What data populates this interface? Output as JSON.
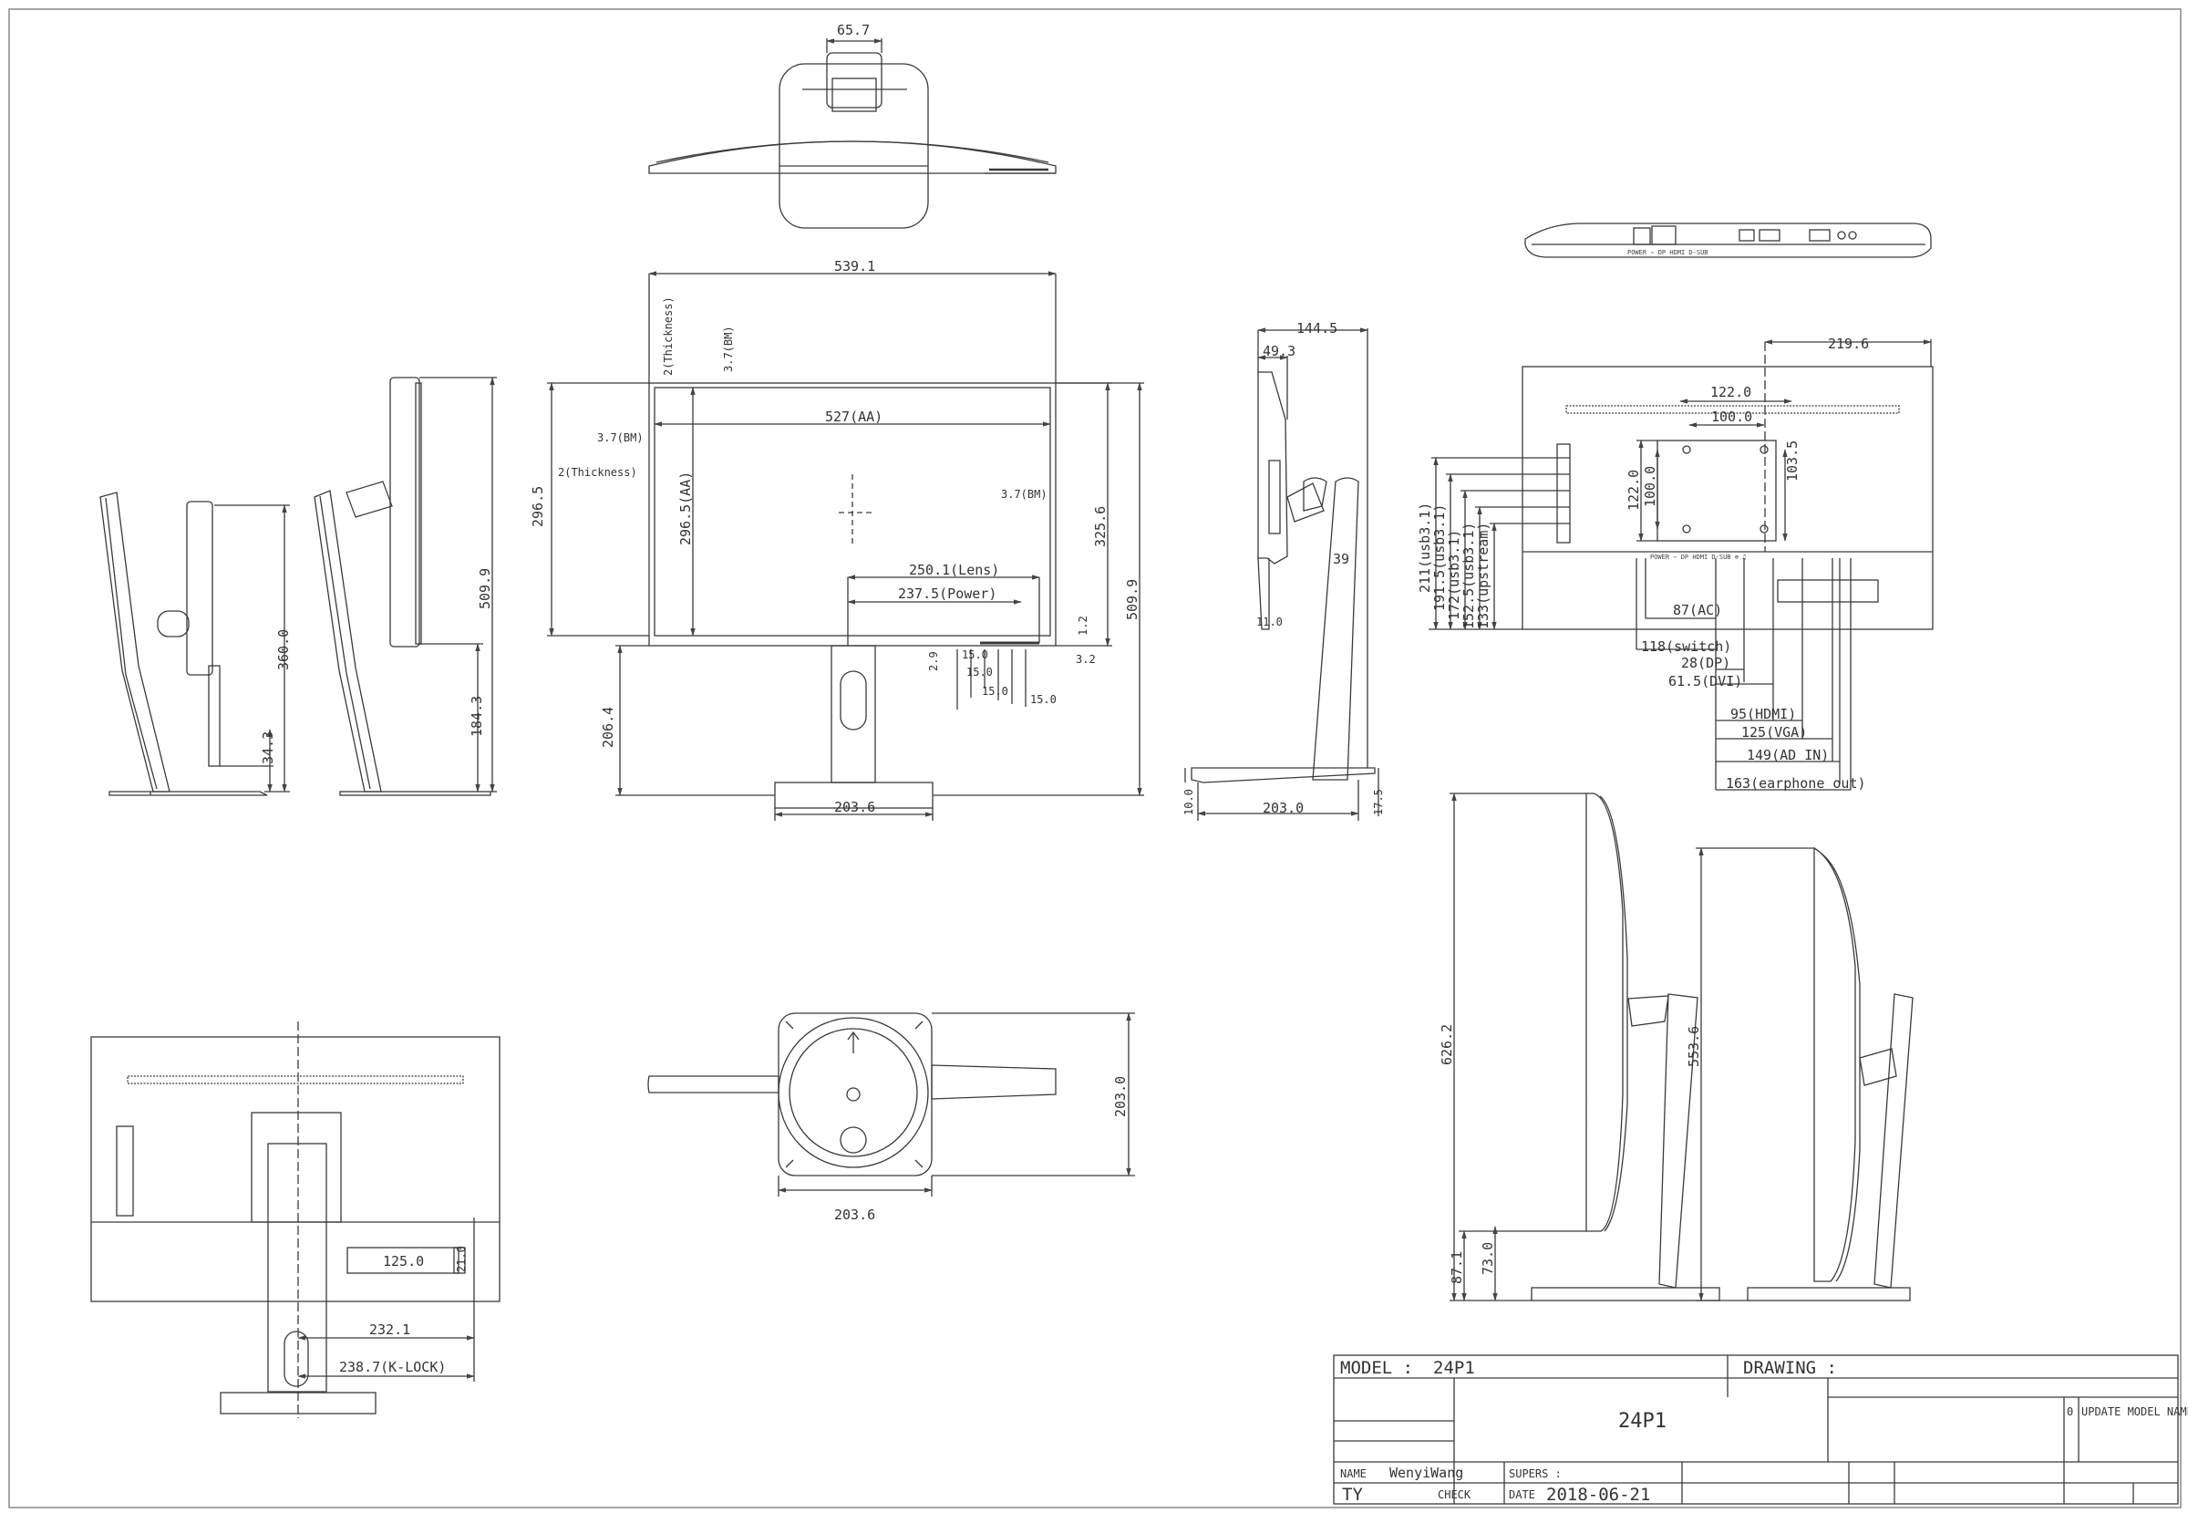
{
  "views": {
    "top": {
      "stand_width": "65.7"
    },
    "front": {
      "overall_width": "539.1",
      "thickness_top": "2(Thickness)",
      "bm_top": "3.7(BM)",
      "aa_width": "527(AA)",
      "bm_left": "3.7(BM)",
      "thickness_left": "2(Thickness)",
      "height_outer": "296.5",
      "aa_height": "296.5(AA)",
      "bm_right": "3.7(BM)",
      "lens": "250.1(Lens)",
      "power": "237.5(Power)",
      "height_panel": "325.6",
      "overall_height": "509.9",
      "stand_height": "206.4",
      "base_width": "203.6",
      "led_1": "2.9",
      "led_2": "1.2",
      "led_3": "3.2",
      "btn_1": "15.0",
      "btn_2": "15.0",
      "btn_3": "15.0",
      "btn_4": "15.0"
    },
    "side_left_1": {
      "h1": "360.0",
      "h2": "34.3"
    },
    "side_left_2": {
      "h1": "509.9",
      "h2": "184.3"
    },
    "side_right": {
      "depth": "144.5",
      "head_depth": "49.3",
      "tilt": "39",
      "foot": "11.0",
      "base_depth": "203.0",
      "base_h1": "10.0",
      "base_h2": "17.5"
    },
    "bottom": {
      "icons": "POWER ∼ DP HDMI D-SUB"
    },
    "rear_ports": {
      "width": "219.6",
      "vesa_outer": "122.0",
      "vesa_inner": "100.0",
      "vesa_v_outer": "122.0",
      "vesa_v_inner": "100.0",
      "vesa_top": "103.5",
      "usb1": "211(usb3.1)",
      "usb2": "191.5(usb3.1)",
      "usb3": "172(usb3.1)",
      "usb4": "152.5(usb3.1)",
      "upstream": "133(upstream)",
      "ac": "87(AC)",
      "switch": "118(switch)",
      "dp": "28(DP)",
      "dvi": "61.5(DVI)",
      "hdmi": "95(HDMI)",
      "vga": "125(VGA)",
      "ad_in": "149(AD IN)",
      "earphone": "163(earphone out)",
      "port_icons": "POWER ∼ DP HDMI D-SUB ⊕ ♫"
    },
    "rear_full": {
      "k125": "125.0",
      "k21": "21.0",
      "w232": "232.1",
      "klock": "238.7(K-LOCK)"
    },
    "base_top": {
      "depth": "203.0",
      "width": "203.6"
    },
    "side_tilt_1": {
      "h1": "626.2",
      "h2": "87.1",
      "h3": "73.0"
    },
    "side_tilt_2": {
      "h1": "553.6"
    }
  },
  "title_block": {
    "model_label": "MODEL :",
    "model_value": "24P1",
    "drawing_label": "DRAWING :",
    "center_name": "24P1",
    "name_label": "NAME",
    "name_value": "WenyiWang",
    "supers_label": "SUPERS :",
    "ty_label": "TY",
    "check_label": "CHECK",
    "date_label": "DATE",
    "date_value": "2018-06-21",
    "rev_index": "0",
    "rev_note": "UPDATE MODEL NAME"
  }
}
